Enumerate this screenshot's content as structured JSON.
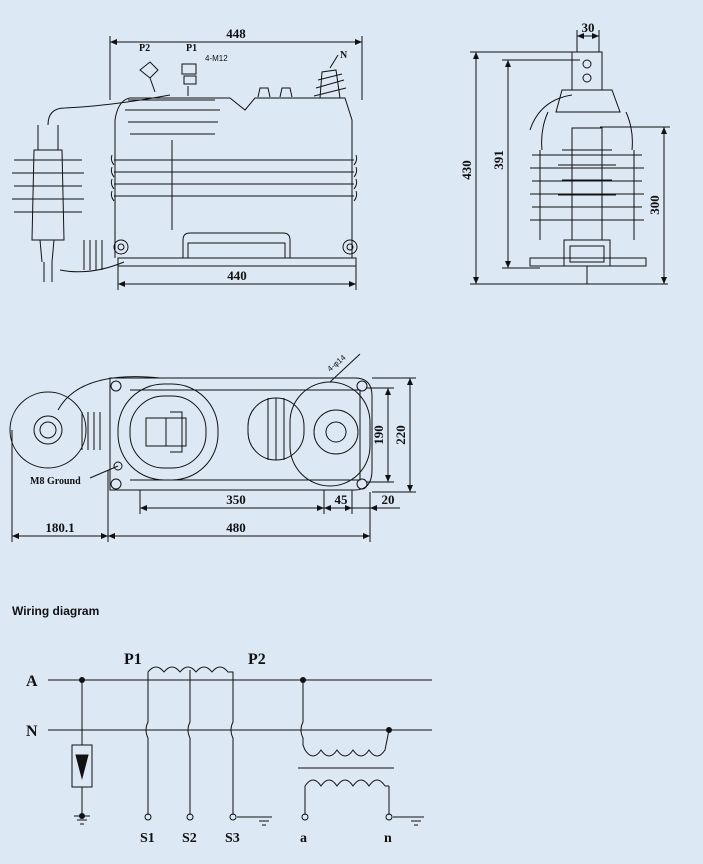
{
  "front_view": {
    "dim_top": "448",
    "dim_bottom": "440",
    "label_p2": "P2",
    "label_p1": "P1",
    "label_bolts": "4-M12",
    "label_n": "N"
  },
  "side_view": {
    "dim_top": "30",
    "dim_total": "430",
    "dim_mid": "391",
    "dim_right": "300"
  },
  "plan_view": {
    "label_holes": "4-φ14",
    "label_ground": "M8 Ground",
    "dim_190": "190",
    "dim_220": "220",
    "dim_350": "350",
    "dim_45": "45",
    "dim_20": "20",
    "dim_180": "180.1",
    "dim_480": "480"
  },
  "wiring": {
    "title": "Wiring diagram",
    "p1": "P1",
    "p2": "P2",
    "line_a": "A",
    "line_n": "N",
    "s1": "S1",
    "s2": "S2",
    "s3": "S3",
    "a": "a",
    "n": "n"
  },
  "colors": {
    "background": "#dce9f4",
    "ink": "#111111"
  }
}
